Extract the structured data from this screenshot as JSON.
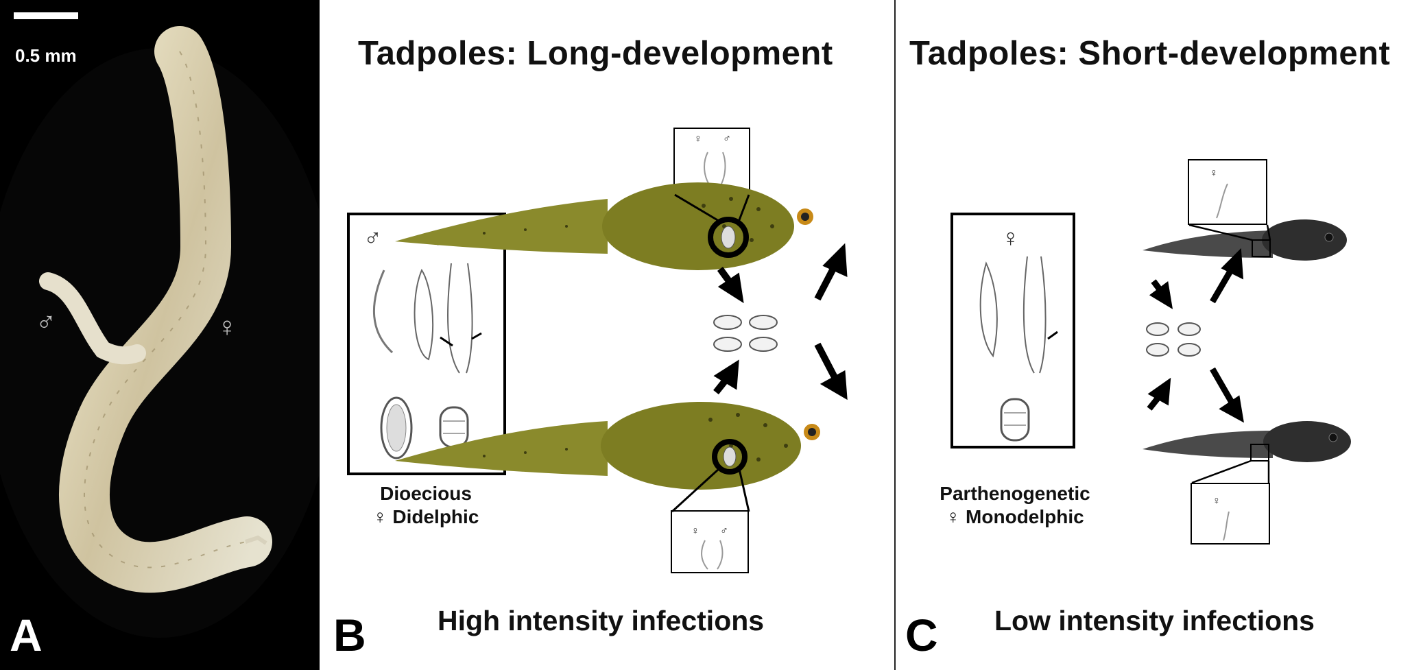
{
  "panel_a": {
    "letter": "A",
    "scale_label": "0.5 mm",
    "male_symbol": "♂",
    "female_symbol": "♀"
  },
  "panel_b": {
    "letter": "B",
    "title": "Tadpoles: Long-development",
    "footer": "High intensity infections",
    "caption_line1": "Dioecious",
    "caption_line2": "♀ Didelphic",
    "box_symbols": [
      "♂",
      "♀"
    ],
    "inset_symbols": [
      "♀",
      "♂"
    ],
    "tadpole_color": "#8a8a2c"
  },
  "panel_c": {
    "letter": "C",
    "title": "Tadpoles: Short-development",
    "footer": "Low intensity infections",
    "caption_line1": "Parthenogenetic",
    "caption_line2": "♀ Monodelphic",
    "box_symbols": [
      "♀"
    ],
    "inset_symbols": [
      "♀"
    ],
    "tadpole_color": "#3a3a3a"
  }
}
